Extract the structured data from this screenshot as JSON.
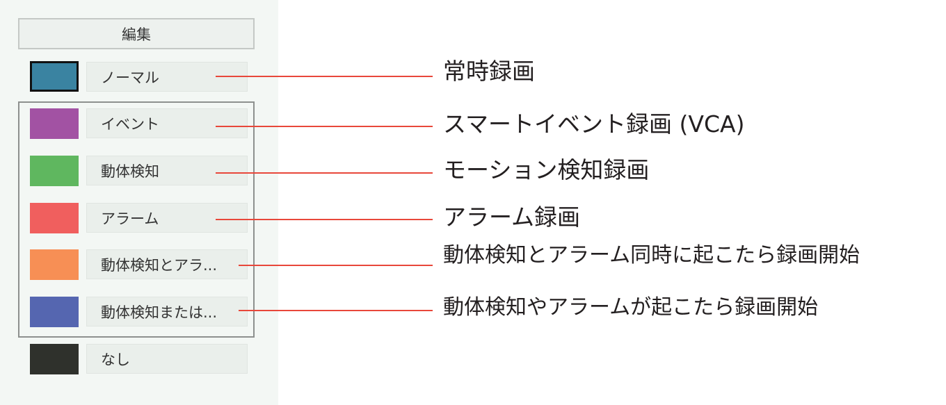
{
  "panel": {
    "edit_label": "編集",
    "items": [
      {
        "label": "ノーマル",
        "color": "#3a83a1"
      },
      {
        "label": "イベント",
        "color": "#a252a3"
      },
      {
        "label": "動体検知",
        "color": "#5fb75f"
      },
      {
        "label": "アラーム",
        "color": "#f05f5e"
      },
      {
        "label": "動体検知とアラ...",
        "color": "#f78f55"
      },
      {
        "label": "動体検知または...",
        "color": "#5566b0"
      },
      {
        "label": "なし",
        "color": "#2f312c"
      }
    ]
  },
  "annotations": [
    "常時録画",
    "スマートイベント録画 (VCA)",
    "モーション検知録画",
    "アラーム録画",
    "動体検知とアラーム同時に起こたら録画開始",
    "動体検知やアラームが起こたら録画開始"
  ],
  "colors": {
    "leader_line": "#e8473a"
  }
}
